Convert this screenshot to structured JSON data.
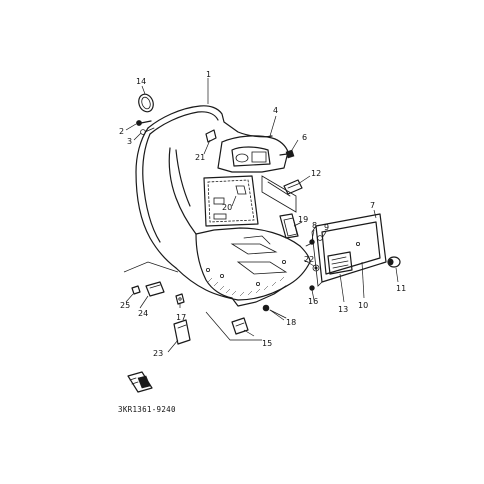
{
  "diagram_code": "3KR1361-9240",
  "callouts": {
    "c1": "1",
    "c2": "2",
    "c3": "3",
    "c4": "4",
    "c6": "6",
    "c7": "7",
    "c8": "8",
    "c9": "9",
    "c10": "10",
    "c11": "11",
    "c12": "12",
    "c13": "13",
    "c14": "14",
    "c15": "15",
    "c16": "16",
    "c17": "17",
    "c18": "18",
    "c19": "19",
    "c20": "20",
    "c21": "21",
    "c22": "22",
    "c23": "23",
    "c24": "24",
    "c25": "25"
  },
  "colors": {
    "line": "#1a1a1a",
    "background": "#ffffff"
  }
}
